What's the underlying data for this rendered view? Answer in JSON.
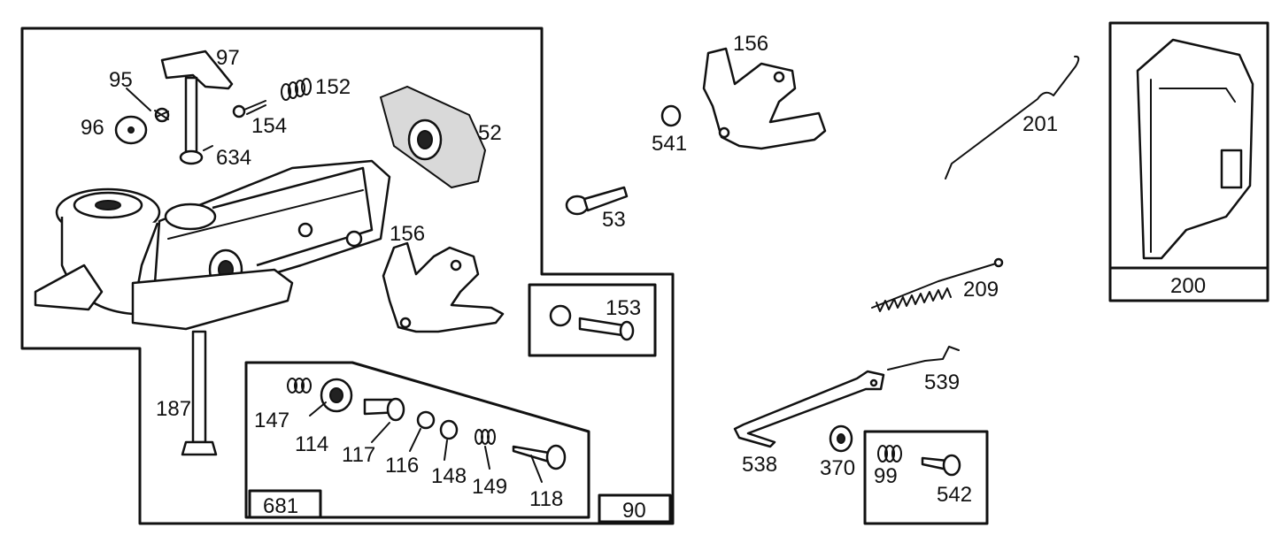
{
  "part_labels": {
    "p95": "95",
    "p97": "97",
    "p96": "96",
    "p152": "152",
    "p154": "154",
    "p634": "634",
    "p52": "52",
    "p156_top": "156",
    "p156_mid": "156",
    "p541": "541",
    "p53": "53",
    "p153": "153",
    "p187": "187",
    "p147": "147",
    "p114": "114",
    "p117": "117",
    "p116": "116",
    "p148": "148",
    "p149": "149",
    "p118": "118",
    "p201": "201",
    "p209": "209",
    "p539": "539",
    "p538": "538",
    "p370": "370",
    "p99": "99",
    "p542": "542"
  },
  "kit_labels": {
    "kit681": "681",
    "kit90": "90",
    "kit200": "200"
  }
}
